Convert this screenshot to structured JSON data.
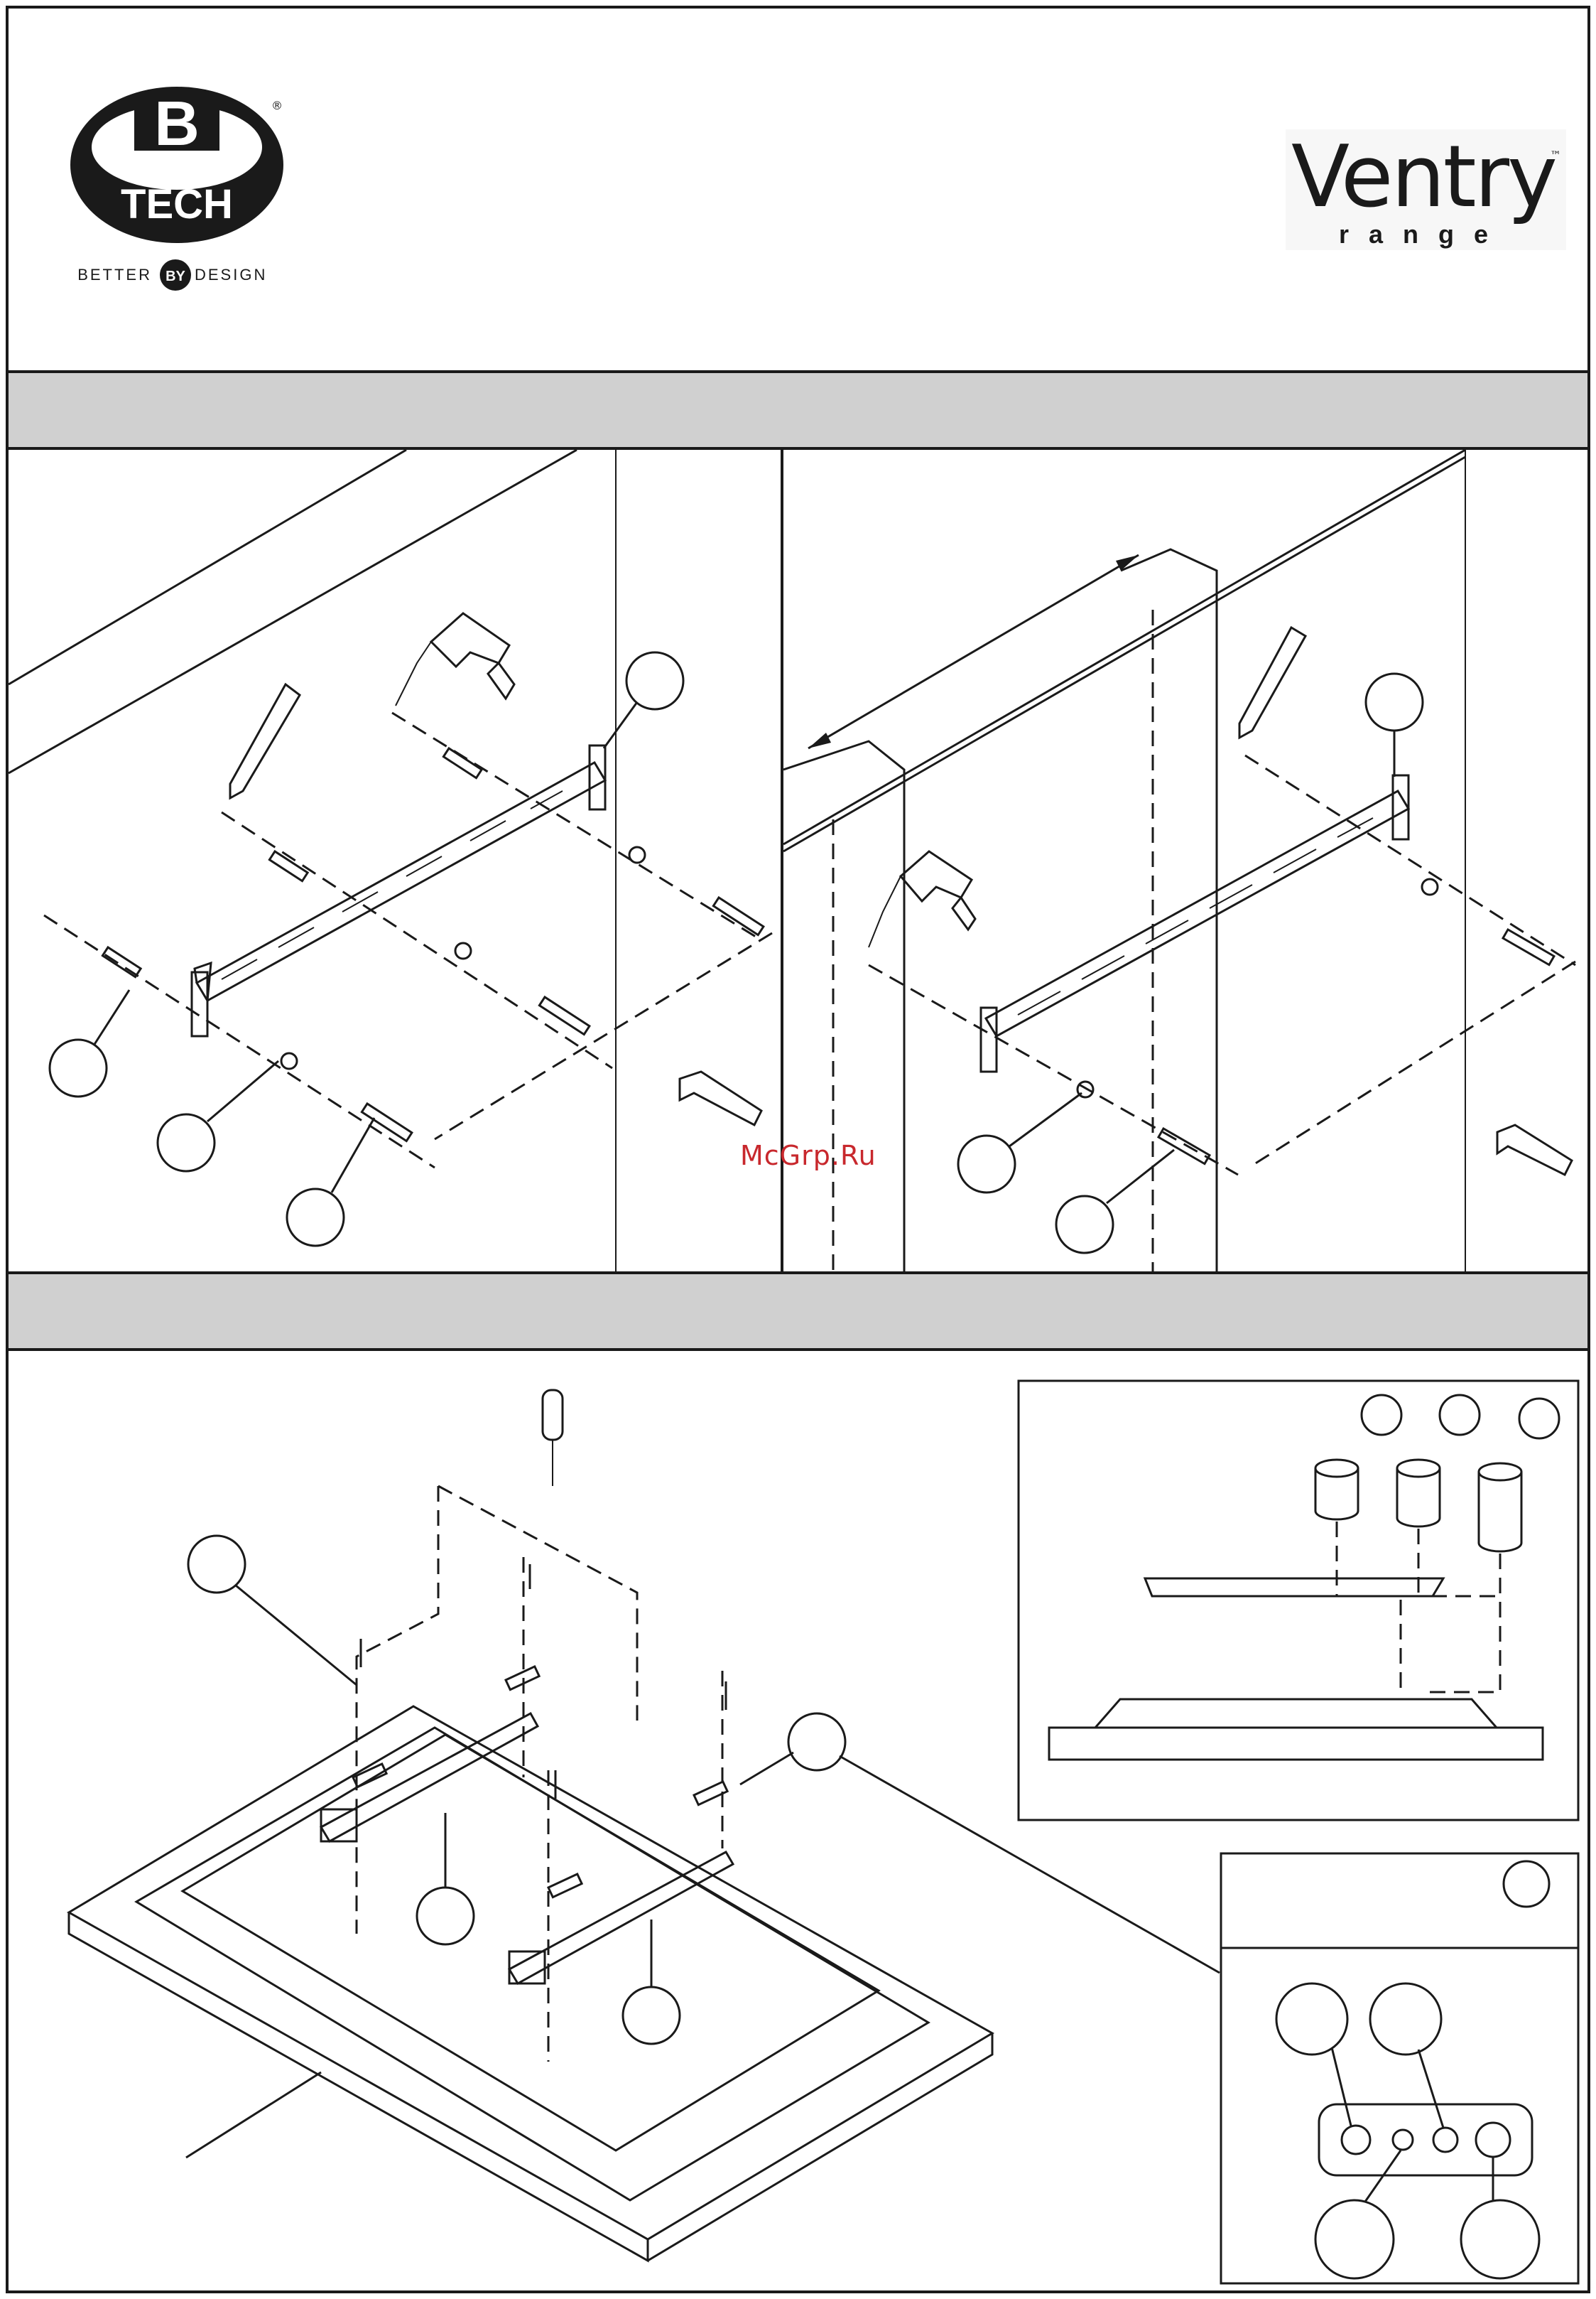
{
  "brand": {
    "logo_letter": "B",
    "logo_word": "TECH",
    "tagline_left": "BETTER",
    "tagline_mid": "BY",
    "tagline_right": "DESIGN",
    "registered": "®",
    "tm": "™"
  },
  "range_logo": {
    "name": "Ventry",
    "sub": "range",
    "tm": "™"
  },
  "watermark": "McGrp.Ru",
  "icons": {
    "drill": "drill-icon",
    "pencil": "pencil-icon",
    "wrench": "wrench-icon",
    "screwdriver": "screwdriver-icon"
  },
  "colors": {
    "line": "#1a1a1a",
    "band": "#d0d0d0",
    "watermark": "#c8282d"
  }
}
